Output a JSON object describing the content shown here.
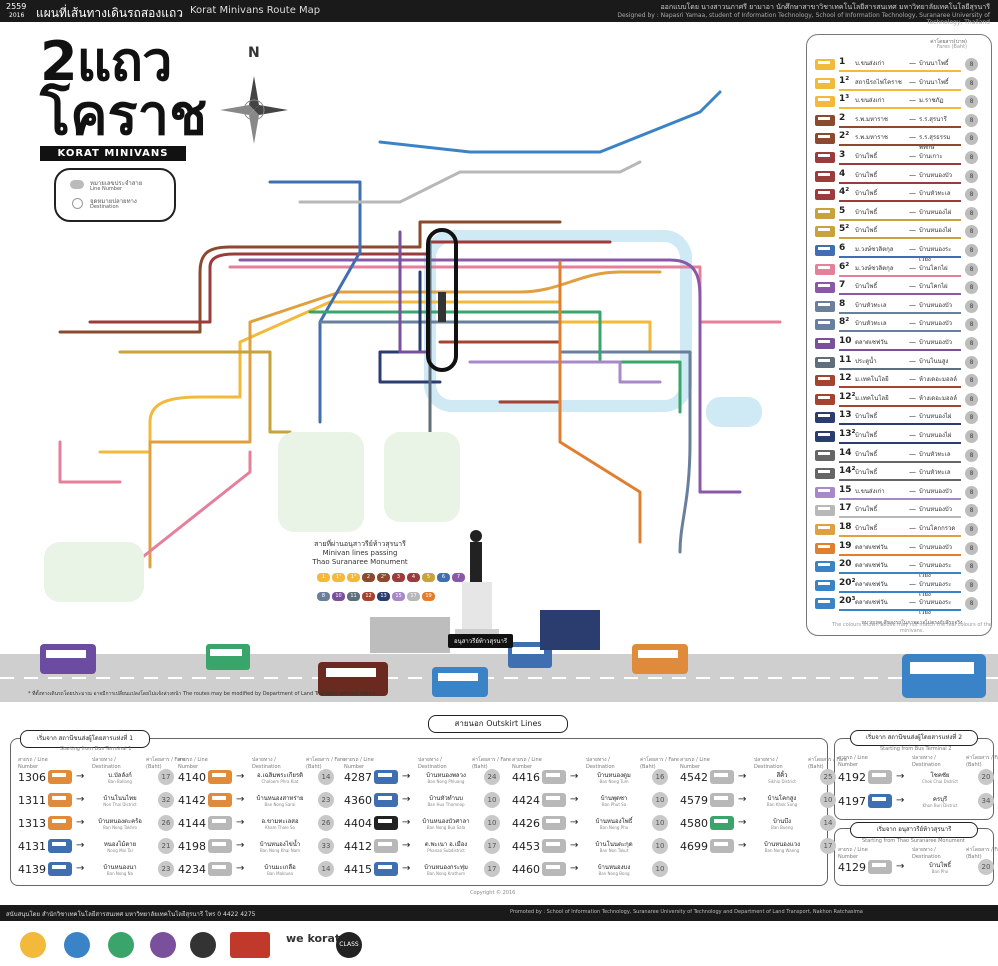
{
  "header": {
    "year": "2559",
    "year_sub": "2016",
    "title_th": "แผนที่เส้นทางเดินรถสองแถว",
    "title_en": "Korat Minivans Route Map",
    "credit_th": "ออกแบบโดย  นางสาวนภาศรี ยามาอา นักศึกษาสาขาวิชาเทคโนโลยีสารสนเทศ มหาวิทยาลัยเทคโนโลยีสุรนารี",
    "credit_en": "Designed by : Napasri Yamaa, student of Information Technology, School of Information Technology, Suranaree University of Technology, Thailand"
  },
  "logo": {
    "line1": "2แถว",
    "line2": "โคราช",
    "sub": "KORAT MINIVANS"
  },
  "compass": {
    "label": "N"
  },
  "legend": {
    "line_number_th": "หมายเลขประจำสาย",
    "line_number_en": "Line Number",
    "destination_th": "จุดหมายปลายทาง",
    "destination_en": "Destination"
  },
  "route_panel": {
    "header_th": "ค่าโดยสาร(บาท)",
    "header_en": "Fares (Baht)",
    "footnote_th": "หมายเหตุ สีของรถในภาพอาจไม่ตรงกับสีรถจริง",
    "footnote_en": "The colours shown above may not match the real colours of the minivans.",
    "routes": [
      {
        "num": "1",
        "from": "บ.ขนส่งเก่า",
        "to": "บ้านนาโพธิ์",
        "color": "#f2b93b",
        "fare": "8"
      },
      {
        "num": "1²",
        "from": "สถานีรถไฟโคราช",
        "to": "บ้านนาโพธิ์",
        "color": "#f2b93b",
        "fare": "8"
      },
      {
        "num": "1³",
        "from": "บ.ขนส่งเก่า",
        "to": "ม.ราชภัฏ",
        "color": "#f2b93b",
        "fare": "8"
      },
      {
        "num": "2",
        "from": "ร.พ.มหาราช",
        "to": "ร.ร.สุรนารี",
        "color": "#8b4a2e",
        "fare": "8"
      },
      {
        "num": "2²",
        "from": "ร.พ.มหาราช",
        "to": "ร.ร.สุรธรรมพิทักษ์",
        "color": "#8b4a2e",
        "fare": "8"
      },
      {
        "num": "3",
        "from": "บ้านโพธิ์",
        "to": "บ้านเกาะ",
        "color": "#9b3b3b",
        "fare": "8"
      },
      {
        "num": "4",
        "from": "บ้านโพธิ์",
        "to": "บ้านหนองบัว",
        "color": "#9b3b3b",
        "fare": "8"
      },
      {
        "num": "4²",
        "from": "บ้านโพธิ์",
        "to": "บ้านหัวทะเล",
        "color": "#9b3b3b",
        "fare": "8"
      },
      {
        "num": "5",
        "from": "บ้านโพธิ์",
        "to": "บ้านหนองไผ่",
        "color": "#c8a23a",
        "fare": "8"
      },
      {
        "num": "5²",
        "from": "บ้านโพธิ์",
        "to": "บ้านหนองไผ่",
        "color": "#c8a23a",
        "fare": "8"
      },
      {
        "num": "6",
        "from": "ม.วงษ์ชวลิตกุล",
        "to": "บ้านหนองระเวียง",
        "color": "#3f6fb0",
        "fare": "8"
      },
      {
        "num": "6²",
        "from": "ม.วงษ์ชวลิตกุล",
        "to": "บ้านโคกไผ่",
        "color": "#e57f9a",
        "fare": "8"
      },
      {
        "num": "7",
        "from": "บ้านโพธิ์",
        "to": "บ้านโคกไผ่",
        "color": "#8b58a8",
        "fare": "8"
      },
      {
        "num": "8",
        "from": "บ้านหัวทะเล",
        "to": "บ้านหนองบัว",
        "color": "#6a7f9c",
        "fare": "8"
      },
      {
        "num": "8²",
        "from": "บ้านหัวทะเล",
        "to": "บ้านหนองบัว",
        "color": "#6a7f9c",
        "fare": "8"
      },
      {
        "num": "10",
        "from": "ตลาดเซฟวัน",
        "to": "บ้านหนองบัว",
        "color": "#7a4f9b",
        "fare": "8"
      },
      {
        "num": "11",
        "from": "ประตูน้ำ",
        "to": "บ้านโนนสูง",
        "color": "#5e6e7a",
        "fare": "8"
      },
      {
        "num": "12",
        "from": "ม.เทคโนโลยี",
        "to": "ห้างเดอะมอลล์",
        "color": "#a4432f",
        "fare": "8"
      },
      {
        "num": "12²",
        "from": "ม.เทคโนโลยี",
        "to": "ห้างเดอะมอลล์",
        "color": "#a4432f",
        "fare": "8"
      },
      {
        "num": "13",
        "from": "บ้านโพธิ์",
        "to": "บ้านหนองไผ่",
        "color": "#2b3c6e",
        "fare": "8"
      },
      {
        "num": "13²",
        "from": "บ้านโพธิ์",
        "to": "บ้านหนองไผ่",
        "color": "#2b3c6e",
        "fare": "8"
      },
      {
        "num": "14",
        "from": "บ้านโพธิ์",
        "to": "บ้านหัวทะเล",
        "color": "#666666",
        "fare": "8"
      },
      {
        "num": "14²",
        "from": "บ้านโพธิ์",
        "to": "บ้านหัวทะเล",
        "color": "#666666",
        "fare": "8"
      },
      {
        "num": "15",
        "from": "บ.ขนส่งเก่า",
        "to": "บ้านหนองบัว",
        "color": "#a689c6",
        "fare": "8"
      },
      {
        "num": "17",
        "from": "บ้านโพธิ์",
        "to": "บ้านหนองบัว",
        "color": "#b8b8b8",
        "fare": "8"
      },
      {
        "num": "18",
        "from": "บ้านโพธิ์",
        "to": "บ้านโคกกรวด",
        "color": "#e0a040",
        "fare": "8"
      },
      {
        "num": "19",
        "from": "ตลาดเซฟวัน",
        "to": "บ้านหนองบัว",
        "color": "#e07f2f",
        "fare": "8"
      },
      {
        "num": "20",
        "from": "ตลาดเซฟวัน",
        "to": "บ้านหนองระเวียง",
        "color": "#3a83c6",
        "fare": "8"
      },
      {
        "num": "20²",
        "from": "ตลาดเซฟวัน",
        "to": "บ้านหนองระเวียง",
        "color": "#3a83c6",
        "fare": "8"
      },
      {
        "num": "20³",
        "from": "ตลาดเซฟวัน",
        "to": "บ้านหนองระเวียง",
        "color": "#3a83c6",
        "fare": "8"
      }
    ]
  },
  "monument": {
    "title_th": "สายที่ผ่านอนุสาวรีย์ท้าวสุรนารี",
    "title_en1": "Minivan lines passing",
    "title_en2": "Thao Suranaree Monument",
    "banner": "อนุสาวรีย์ท้าวสุรนารี",
    "lines": [
      {
        "n": "1",
        "c": "#f2b93b"
      },
      {
        "n": "1²",
        "c": "#f2b93b"
      },
      {
        "n": "1³",
        "c": "#f2b93b"
      },
      {
        "n": "2",
        "c": "#8b4a2e"
      },
      {
        "n": "2²",
        "c": "#8b4a2e"
      },
      {
        "n": "3",
        "c": "#9b3b3b"
      },
      {
        "n": "4",
        "c": "#9b3b3b"
      },
      {
        "n": "5",
        "c": "#c8a23a"
      },
      {
        "n": "6",
        "c": "#3f6fb0"
      },
      {
        "n": "7",
        "c": "#8b58a8"
      },
      {
        "n": "8",
        "c": "#6a7f9c"
      },
      {
        "n": "10",
        "c": "#7a4f9b"
      },
      {
        "n": "11",
        "c": "#5e6e7a"
      },
      {
        "n": "12",
        "c": "#a4432f"
      },
      {
        "n": "13",
        "c": "#2b3c6e"
      },
      {
        "n": "15",
        "c": "#a689c6"
      },
      {
        "n": "17",
        "c": "#b8b8b8"
      },
      {
        "n": "19",
        "c": "#e07f2f"
      }
    ]
  },
  "road_note": "* ที่ตั้งทางเดินรถโดยประมาณ อาจมีการเปลี่ยนแปลงโดยไม่แจ้งล่วงหน้า  The routes may be modified by Department of Land Transport without notice.",
  "outskirt": {
    "title": "สายนอก  Outskirt Lines",
    "terminal1_th": "เริ่มจาก สถานีขนส่งผู้โดยสารแห่งที่ 1",
    "terminal1_en": "Starting from Bus Terminal 1",
    "terminal2_th": "เริ่มจาก สถานีขนส่งผู้โดยสารแห่งที่ 2",
    "terminal2_en": "Starting from Bus Terminal 2",
    "monu_start_th": "เริ่มจาก อนุสาวรีย์ท้าวสุรนารี",
    "monu_start_en": "Starting from Thao Suranaree Monument",
    "col_line": "สายรถ / Line Number",
    "col_dest": "ปลายทาง / Destination",
    "col_fare": "ค่าโดยสาร / Fare (Baht)",
    "t1": [
      [
        {
          "num": "1306",
          "dest": "บ.บัลลังก์",
          "dest_en": "Ban Ballang",
          "color": "#e08a3c",
          "fare": "17"
        },
        {
          "num": "1311",
          "dest": "บ้านโนนไทย",
          "dest_en": "Non Thai District",
          "color": "#e08a3c",
          "fare": "32"
        },
        {
          "num": "1313",
          "dest": "บ้านหนองตะคร้อ",
          "dest_en": "Ban Nong Takhro",
          "color": "#e08a3c",
          "fare": "26"
        },
        {
          "num": "4131",
          "dest": "หนองไม้ตาย",
          "dest_en": "Nong Mai Tai",
          "color": "#3f6fb0",
          "fare": "21"
        },
        {
          "num": "4139",
          "dest": "บ้านหนองนา",
          "dest_en": "Ban Nong Na",
          "color": "#3f6fb0",
          "fare": "23"
        }
      ],
      [
        {
          "num": "4140",
          "dest": "อ.เฉลิมพระเกียรติ",
          "dest_en": "Chaloem Phra Kiat",
          "color": "#e08a3c",
          "fare": "14"
        },
        {
          "num": "4142",
          "dest": "บ้านหนองสาหร่าย",
          "dest_en": "Ban Nong Sarai",
          "color": "#e08a3c",
          "fare": "23"
        },
        {
          "num": "4144",
          "dest": "อ.ขามทะเลสอ",
          "dest_en": "Kham Thale So",
          "color": "#b8b8b8",
          "fare": "26"
        },
        {
          "num": "4198",
          "dest": "บ้านหนองไข่น้ำ",
          "dest_en": "Ban Nong Khai Nam",
          "color": "#b8b8b8",
          "fare": "33"
        },
        {
          "num": "4234",
          "dest": "บ้านมะเกลือ",
          "dest_en": "Ban Makluea",
          "color": "#b8b8b8",
          "fare": "14"
        }
      ],
      [
        {
          "num": "4287",
          "dest": "บ้านหนองพลวง",
          "dest_en": "Ban Nong Phluang",
          "color": "#3f6fb0",
          "fare": "24"
        },
        {
          "num": "4360",
          "dest": "บ้านหัวทำนบ",
          "dest_en": "Ban Hua Thamnop",
          "color": "#3f6fb0",
          "fare": "10"
        },
        {
          "num": "4404",
          "dest": "บ้านหนองบัวศาลา",
          "dest_en": "Ban Nong Bua Sala",
          "color": "#222222",
          "fare": "10"
        },
        {
          "num": "4412",
          "dest": "ต.พะเนา อ.เมือง",
          "dest_en": "Phanao Subdistrict",
          "color": "#b8b8b8",
          "fare": "17"
        },
        {
          "num": "4415",
          "dest": "บ้านหนองกระทุ่ม",
          "dest_en": "Ban Nong Krathum",
          "color": "#3f6fb0",
          "fare": "17"
        }
      ],
      [
        {
          "num": "4416",
          "dest": "บ้านหนองตูม",
          "dest_en": "Ban Nong Tum",
          "color": "#b8b8b8",
          "fare": "16"
        },
        {
          "num": "4424",
          "dest": "บ้านพุดซา",
          "dest_en": "Ban Phut Sa",
          "color": "#b8b8b8",
          "fare": "10"
        },
        {
          "num": "4426",
          "dest": "บ้านหนองโพธิ์",
          "dest_en": "Ban Nong Pho",
          "color": "#b8b8b8",
          "fare": "10"
        },
        {
          "num": "4453",
          "dest": "บ้านโนนตะกุด",
          "dest_en": "Ban Non Takut",
          "color": "#b8b8b8",
          "fare": "10"
        },
        {
          "num": "4460",
          "dest": "บ้านหนองบง",
          "dest_en": "Ban Nong Bong",
          "color": "#b8b8b8",
          "fare": "10"
        }
      ],
      [
        {
          "num": "4542",
          "dest": "สีคิ้ว",
          "dest_en": "Sikhio District",
          "color": "#b8b8b8",
          "fare": "25"
        },
        {
          "num": "4579",
          "dest": "บ้านโคกสูง",
          "dest_en": "Ban Khok Sung",
          "color": "#b8b8b8",
          "fare": "10"
        },
        {
          "num": "4580",
          "dest": "บ้านบึง",
          "dest_en": "Ban Bueng",
          "color": "#3aa56a",
          "fare": "14"
        },
        {
          "num": "4699",
          "dest": "บ้านหนองแวง",
          "dest_en": "Ban Nong Waeng",
          "color": "#b8b8b8",
          "fare": "17"
        }
      ]
    ],
    "t2": [
      {
        "num": "4192",
        "dest": "โชคชัย",
        "dest_en": "Chok Chai District",
        "color": "#b8b8b8",
        "fare": "20"
      },
      {
        "num": "4197",
        "dest": "ครบุรี",
        "dest_en": "Khon Buri District",
        "color": "#3f6fb0",
        "fare": "34"
      }
    ],
    "monu": [
      {
        "num": "4129",
        "dest": "บ้านโพธิ์",
        "dest_en": "Ban Pho",
        "color": "#b8b8b8",
        "fare": "20"
      }
    ]
  },
  "copyright": "Copyright © 2016",
  "footer": {
    "left": "สนับสนุนโดย สำนักวิชาเทคโนโลยีสารสนเทศ มหาวิทยาลัยเทคโนโลยีสุรนารี  โทร 0 4422 4275",
    "right": "Promoted by : School of Information Technology, Suranaree University of Technology and Department of Land Transport, Nakhon Ratchasima"
  },
  "partners": [
    "we korat",
    "CLASS"
  ]
}
